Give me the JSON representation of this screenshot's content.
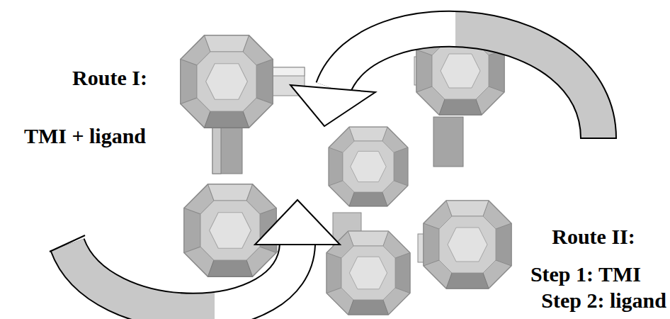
{
  "diagram": {
    "labels": [
      "Route I:",
      "TMI + ligand",
      "Route II:",
      "Step 1: TMI",
      "Step 2: ligand"
    ]
  }
}
